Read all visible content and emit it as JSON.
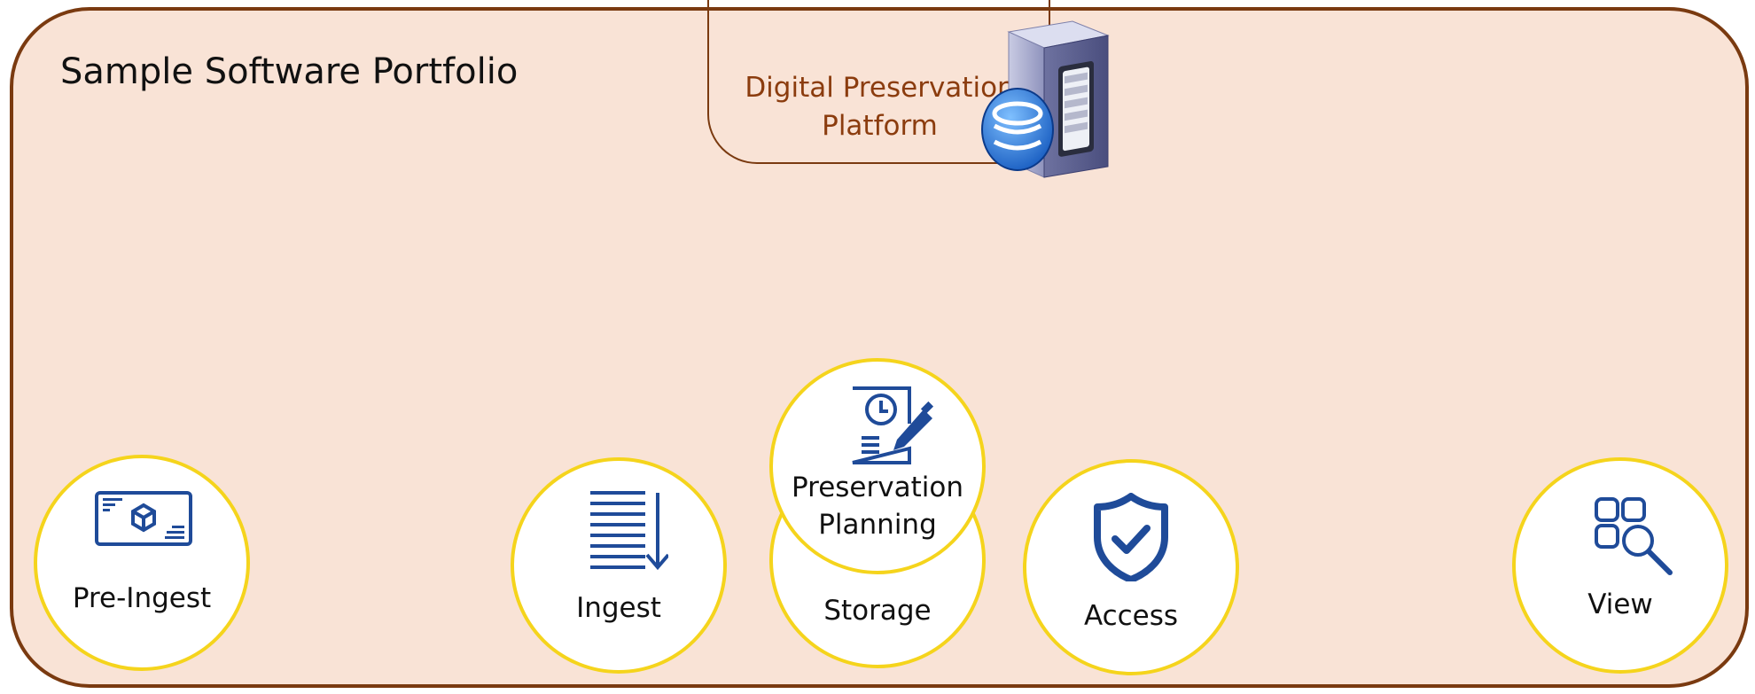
{
  "portfolio": {
    "title": "Sample Software Portfolio"
  },
  "platform": {
    "label_line1": "Digital Preservation",
    "label_line2": "Platform",
    "icon": "server-database-icon"
  },
  "nodes": {
    "pre_ingest": {
      "label": "Pre-Ingest",
      "icon": "package-card-icon"
    },
    "ingest": {
      "label": "Ingest",
      "icon": "list-download-icon"
    },
    "storage": {
      "label": "Storage",
      "icon": "none"
    },
    "preservation_planning": {
      "label_line1": "Preservation",
      "label_line2": "Planning",
      "icon": "document-clock-edit-icon"
    },
    "access": {
      "label": "Access",
      "icon": "shield-check-icon"
    },
    "view": {
      "label": "View",
      "icon": "grid-search-icon"
    }
  },
  "colors": {
    "border": "#7a3a10",
    "background": "#f9e3d6",
    "node_border": "#f5d41c",
    "icon": "#1f4b99",
    "platform_text": "#8b3c0e"
  }
}
